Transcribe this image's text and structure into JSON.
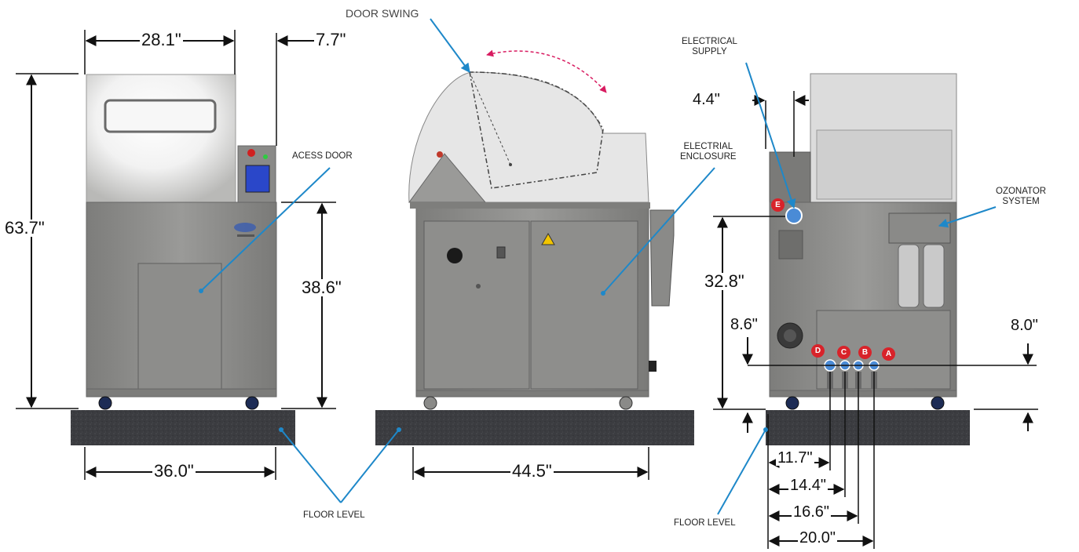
{
  "callouts": {
    "door_swing": "DOOR SWING",
    "access_door": "ACESS DOOR",
    "electrical_supply": "ELECTRICAL\nSUPPLY",
    "electrical_enclosure": "ELECTRIAL\nENCLOSURE",
    "ozonator_system": "OZONATOR\nSYSTEM",
    "floor_level_front": "FLOOR LEVEL",
    "floor_level_right": "FLOOR LEVEL"
  },
  "dimensions": {
    "front_width": "28.1\"",
    "panel_depth": "7.7\"",
    "overall_height": "63.7\"",
    "base_height": "38.6\"",
    "base_width": "36.0\"",
    "side_length": "44.5\"",
    "supply_offset": "4.4\"",
    "connection_height": "32.8\"",
    "left_conn_height": "8.6\"",
    "right_conn_height": "8.0\"",
    "d_offset": "11.7\"",
    "c_offset": "14.4\"",
    "b_offset": "16.6\"",
    "a_offset": "20.0\""
  },
  "connections": [
    "A",
    "B",
    "C",
    "D",
    "E"
  ],
  "colors": {
    "callout_line": "#1e88c9",
    "badge": "#d8232a",
    "cabinet": "#8e8e8c",
    "hood": "#e6e6e6",
    "floor": "#3a3a3e",
    "door_arrow": "#d81b60"
  }
}
